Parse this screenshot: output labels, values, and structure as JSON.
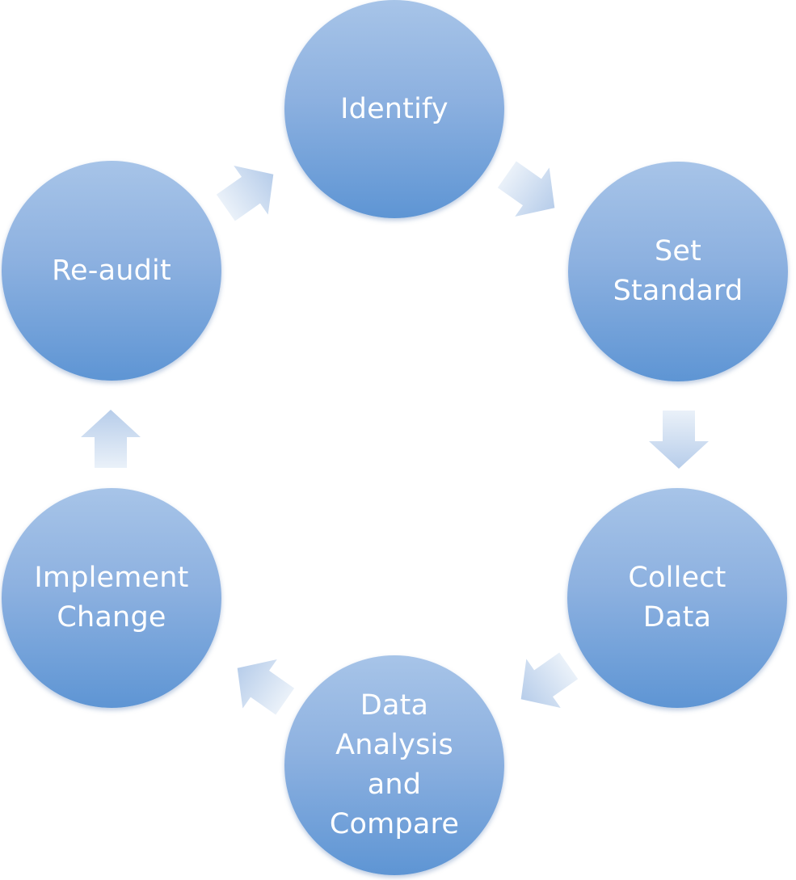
{
  "diagram": {
    "nodes": [
      {
        "id": "identify",
        "label": "Identify"
      },
      {
        "id": "set-standard",
        "label": "Set\nStandard"
      },
      {
        "id": "collect-data",
        "label": "Collect\nData"
      },
      {
        "id": "data-analysis",
        "label": "Data\nAnalysis\nand\nCompare"
      },
      {
        "id": "implement-change",
        "label": "Implement\nChange"
      },
      {
        "id": "re-audit",
        "label": "Re-audit"
      }
    ],
    "edges": [
      {
        "from": "identify",
        "to": "set-standard"
      },
      {
        "from": "set-standard",
        "to": "collect-data"
      },
      {
        "from": "collect-data",
        "to": "data-analysis"
      },
      {
        "from": "data-analysis",
        "to": "implement-change"
      },
      {
        "from": "implement-change",
        "to": "re-audit"
      },
      {
        "from": "re-audit",
        "to": "identify"
      }
    ],
    "colors": {
      "node_top": "#a7c4e8",
      "node_bottom": "#5e95d4",
      "arrow_fill_light": "#e6eef8",
      "arrow_fill_dark": "#b9cfeb",
      "label_text": "#ffffff"
    }
  }
}
